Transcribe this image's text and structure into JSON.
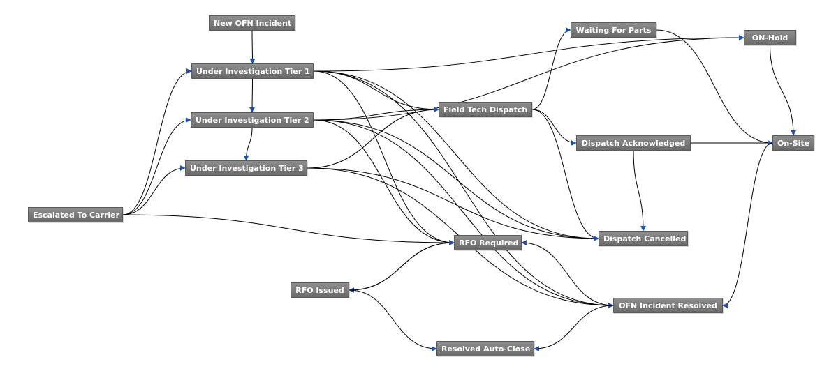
{
  "diagram": {
    "nodes": [
      {
        "id": "new",
        "label": "New OFN Incident"
      },
      {
        "id": "t1",
        "label": "Under Investigation Tier 1"
      },
      {
        "id": "t2",
        "label": "Under Investigation Tier 2"
      },
      {
        "id": "t3",
        "label": "Under Investigation Tier 3"
      },
      {
        "id": "carrier",
        "label": "Escalated To Carrier"
      },
      {
        "id": "wait",
        "label": "Waiting For Parts"
      },
      {
        "id": "hold",
        "label": "ON-Hold"
      },
      {
        "id": "ftd",
        "label": "Field Tech Dispatch"
      },
      {
        "id": "ack",
        "label": "Dispatch Acknowledged"
      },
      {
        "id": "onsite",
        "label": "On-Site"
      },
      {
        "id": "cancel",
        "label": "Dispatch Cancelled"
      },
      {
        "id": "rfoReq",
        "label": "RFO Required"
      },
      {
        "id": "rfoIss",
        "label": "RFO Issued"
      },
      {
        "id": "resolved",
        "label": "OFN Incident Resolved"
      },
      {
        "id": "auto",
        "label": "Resolved Auto-Close"
      }
    ],
    "edges": [
      [
        "new",
        "t1"
      ],
      [
        "t1",
        "t2"
      ],
      [
        "t2",
        "t3"
      ],
      [
        "carrier",
        "t1"
      ],
      [
        "carrier",
        "t2"
      ],
      [
        "carrier",
        "t3"
      ],
      [
        "carrier",
        "rfoReq"
      ],
      [
        "t1",
        "hold"
      ],
      [
        "t1",
        "ftd"
      ],
      [
        "t1",
        "cancel"
      ],
      [
        "t1",
        "rfoReq"
      ],
      [
        "t1",
        "resolved"
      ],
      [
        "t2",
        "hold"
      ],
      [
        "t2",
        "ftd"
      ],
      [
        "t2",
        "cancel"
      ],
      [
        "t2",
        "rfoReq"
      ],
      [
        "t2",
        "resolved"
      ],
      [
        "t3",
        "ftd"
      ],
      [
        "t3",
        "cancel"
      ],
      [
        "t3",
        "resolved"
      ],
      [
        "ftd",
        "wait"
      ],
      [
        "ftd",
        "ack"
      ],
      [
        "ftd",
        "cancel"
      ],
      [
        "wait",
        "onsite"
      ],
      [
        "hold",
        "onsite"
      ],
      [
        "ack",
        "onsite"
      ],
      [
        "ack",
        "cancel"
      ],
      [
        "onsite",
        "resolved"
      ],
      [
        "rfoReq",
        "rfoIss"
      ],
      [
        "rfoIss",
        "auto"
      ],
      [
        "rfoIss",
        "rfoReq"
      ],
      [
        "resolved",
        "rfoReq"
      ],
      [
        "resolved",
        "auto"
      ]
    ],
    "colors": {
      "node_fill_top": "#8e8e8e",
      "node_fill_bottom": "#6a6a6a",
      "edge": "#000000",
      "arrow": "#1f4fa8"
    }
  }
}
